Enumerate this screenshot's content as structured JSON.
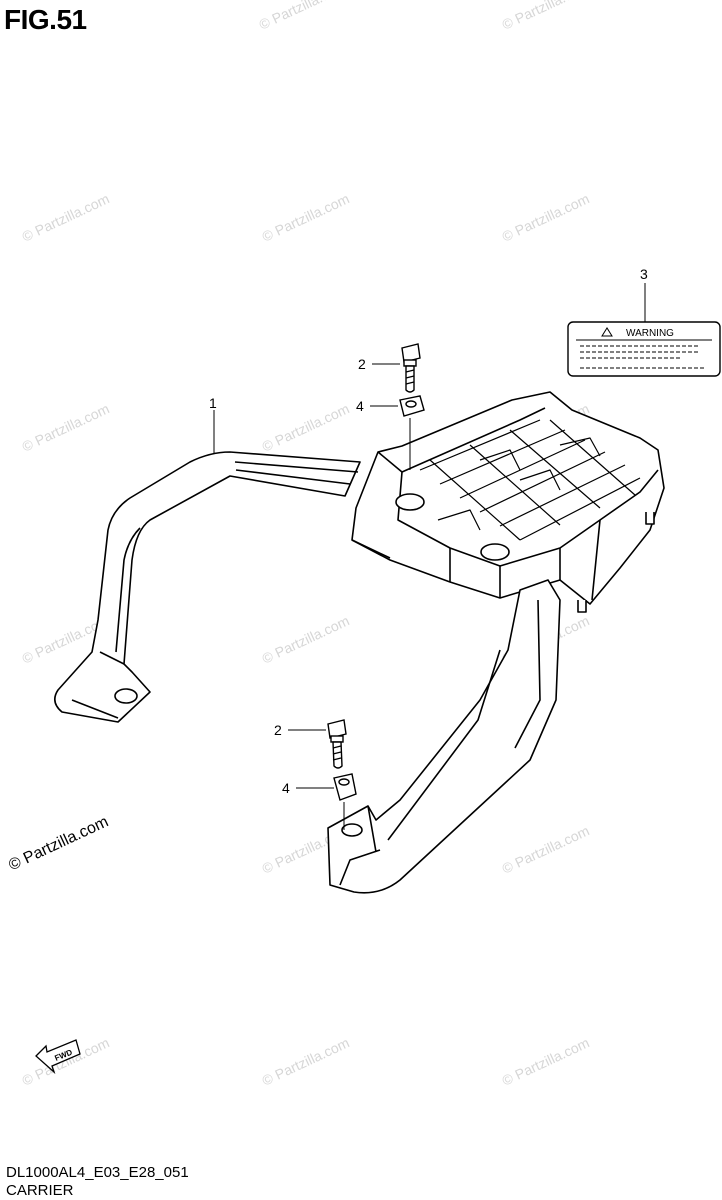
{
  "figure": {
    "title": "FIG.51"
  },
  "watermark": "© Partzilla.com",
  "credit": "© Partzilla.com",
  "label": {
    "text": "WARNING"
  },
  "fwd_mark": "FWD",
  "callouts": {
    "carrier": "1",
    "bolt_top": "2",
    "washer_top": "4",
    "label": "3",
    "bolt_bottom": "2",
    "washer_bottom": "4"
  },
  "footer": {
    "code": "DL1000AL4_E03_E28_051",
    "name": "CARRIER"
  }
}
